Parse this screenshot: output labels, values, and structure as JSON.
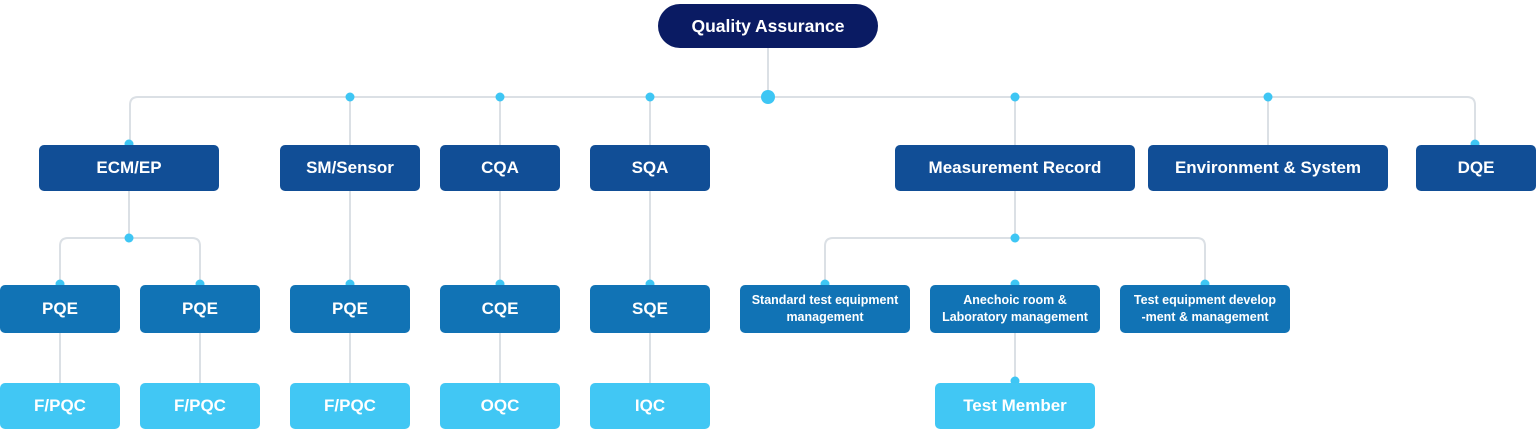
{
  "colors": {
    "root_box": "#0a1b63",
    "level2_box": "#114e96",
    "level3_box": "#1173b5",
    "level4_box": "#41c7f4",
    "connector_line": "#dbe0e5",
    "connector_dot": "#3ec6f4",
    "text": "#ffffff",
    "background": "#ffffff"
  },
  "org": {
    "root": {
      "label": "Quality Assurance"
    },
    "level2": [
      {
        "label": "ECM/EP"
      },
      {
        "label": "SM/Sensor"
      },
      {
        "label": "CQA"
      },
      {
        "label": "SQA"
      },
      {
        "label": "Measurement Record"
      },
      {
        "label": "Environment & System"
      },
      {
        "label": "DQE"
      }
    ],
    "level3": [
      {
        "label": "PQE"
      },
      {
        "label": "PQE"
      },
      {
        "label": "PQE"
      },
      {
        "label": "CQE"
      },
      {
        "label": "SQE"
      },
      {
        "line1": "Standard test equipment",
        "line2": "management"
      },
      {
        "line1": "Anechoic room &",
        "line2": "Laboratory management"
      },
      {
        "line1": "Test equipment develop",
        "line2": "-ment & management"
      }
    ],
    "level4": [
      {
        "label": "F/PQC"
      },
      {
        "label": "F/PQC"
      },
      {
        "label": "F/PQC"
      },
      {
        "label": "OQC"
      },
      {
        "label": "IQC"
      },
      {
        "label": "Test Member"
      }
    ]
  }
}
